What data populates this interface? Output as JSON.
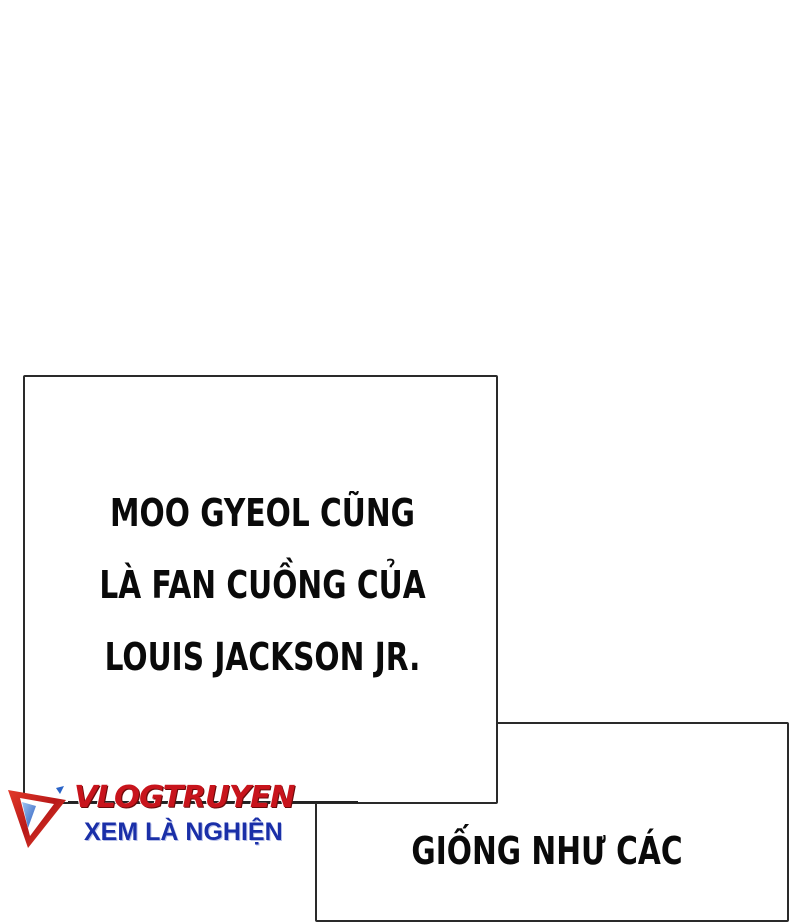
{
  "page": {
    "background": "#ffffff"
  },
  "panels": [
    {
      "id": "panel-1",
      "bubble_lines": [
        "MOO GYEOL CŨNG",
        "LÀ FAN CUỒNG CỦA",
        "LOUIS JACKSON JR."
      ]
    },
    {
      "id": "panel-2",
      "bubble_lines": [
        "GIỐNG NHƯ CÁC"
      ]
    }
  ],
  "watermark": {
    "icon": "triangle-logo-icon",
    "title": "VLOGTRUYEN",
    "subtitle": "XEM LÀ NGHIỆN",
    "colors": {
      "title": "#c8141c",
      "subtitle": "#1a2fa8",
      "triangle_red": "#d42a22",
      "triangle_blue": "#2a64c8"
    }
  }
}
